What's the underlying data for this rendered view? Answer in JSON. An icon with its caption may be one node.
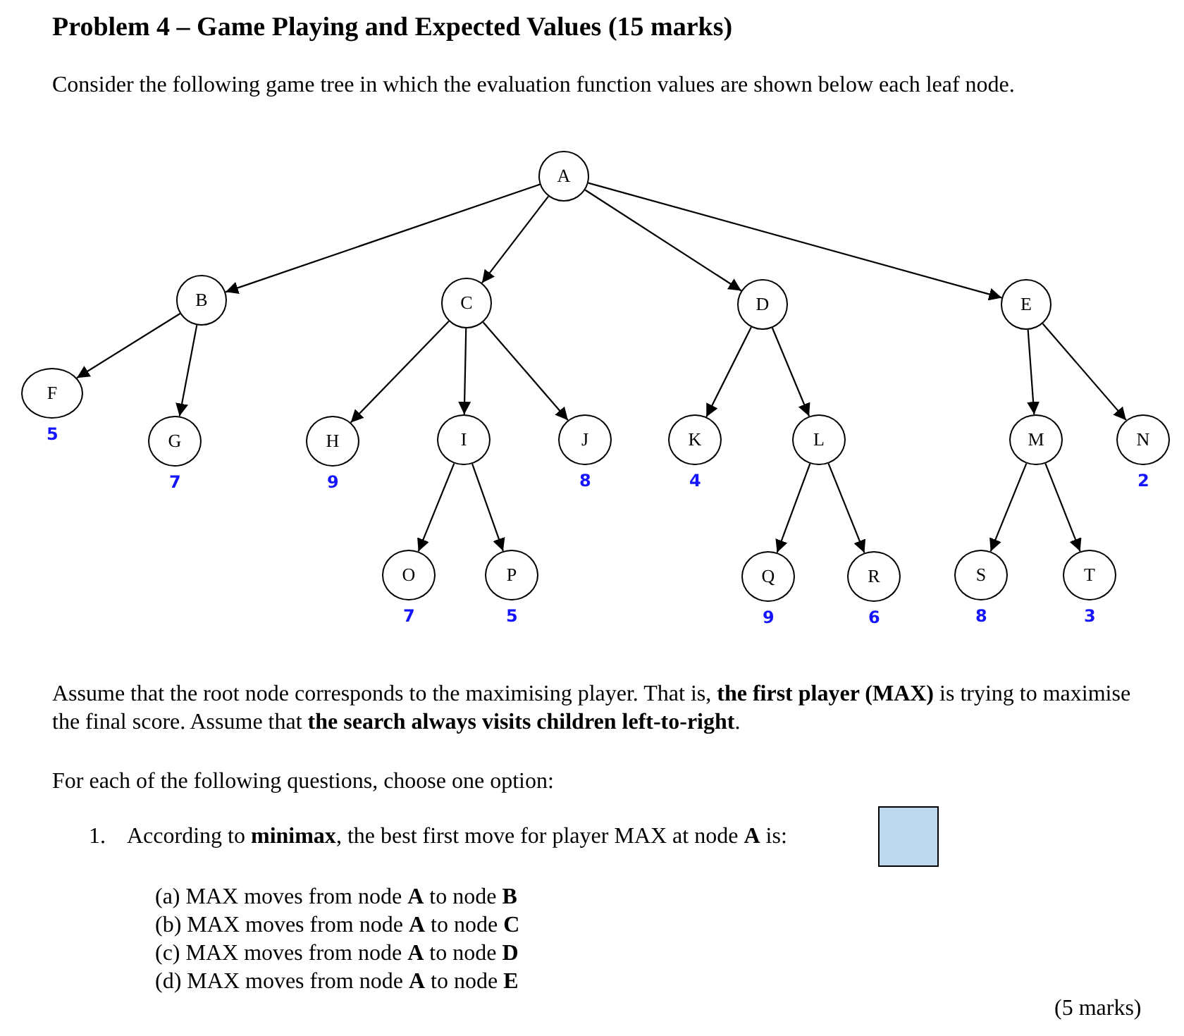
{
  "diagram": {
    "title": "Problem 4 – Game Playing and Expected Values (15 marks)",
    "nodes": [
      {
        "text": [
          "A"
        ]
      },
      {
        "text": [
          "B"
        ]
      },
      {
        "text": [
          "C"
        ]
      },
      {
        "text": [
          "D"
        ]
      },
      {
        "text": [
          "E"
        ]
      },
      {
        "text": [
          "F"
        ],
        "beside": [
          "5"
        ]
      },
      {
        "text": [
          "G"
        ],
        "beside": [
          "7"
        ]
      },
      {
        "text": [
          "H"
        ],
        "beside": [
          "9"
        ]
      },
      {
        "text": [
          "I"
        ]
      },
      {
        "text": [
          "J"
        ],
        "beside": [
          "8"
        ]
      },
      {
        "text": [
          "K"
        ],
        "beside": [
          "4"
        ]
      },
      {
        "text": [
          "L"
        ]
      },
      {
        "text": [
          "M"
        ]
      },
      {
        "text": [
          "N"
        ],
        "beside": [
          "2"
        ]
      },
      {
        "text": [
          "O"
        ],
        "beside": [
          "7"
        ]
      },
      {
        "text": [
          "P"
        ],
        "beside": [
          "5"
        ]
      },
      {
        "text": [
          "Q"
        ],
        "beside": [
          "9"
        ]
      },
      {
        "text": [
          "R"
        ],
        "beside": [
          "6"
        ]
      },
      {
        "text": [
          "S"
        ],
        "beside": [
          "8"
        ]
      },
      {
        "text": [
          "T"
        ],
        "beside": [
          "3"
        ]
      }
    ],
    "edges": [
      {
        "from": 0,
        "to": 1,
        "arrow": "to"
      },
      {
        "from": 0,
        "to": 2,
        "arrow": "to"
      },
      {
        "from": 0,
        "to": 3,
        "arrow": "to"
      },
      {
        "from": 0,
        "to": 4,
        "arrow": "to"
      },
      {
        "from": 1,
        "to": 5,
        "arrow": "to"
      },
      {
        "from": 1,
        "to": 6,
        "arrow": "to"
      },
      {
        "from": 2,
        "to": 7,
        "arrow": "to"
      },
      {
        "from": 2,
        "to": 8,
        "arrow": "to"
      },
      {
        "from": 2,
        "to": 9,
        "arrow": "to"
      },
      {
        "from": 3,
        "to": 10,
        "arrow": "to"
      },
      {
        "from": 3,
        "to": 11,
        "arrow": "to"
      },
      {
        "from": 4,
        "to": 12,
        "arrow": "to"
      },
      {
        "from": 4,
        "to": 13,
        "arrow": "to"
      },
      {
        "from": 8,
        "to": 14,
        "arrow": "to"
      },
      {
        "from": 8,
        "to": 15,
        "arrow": "to"
      },
      {
        "from": 11,
        "to": 16,
        "arrow": "to"
      },
      {
        "from": 11,
        "to": 17,
        "arrow": "to"
      },
      {
        "from": 12,
        "to": 18,
        "arrow": "to"
      },
      {
        "from": 12,
        "to": 19,
        "arrow": "to"
      }
    ],
    "labels": [
      "Consider the following game tree in which the evaluation function values are shown below each leaf node.",
      "Assume that the root node corresponds to the maximising player. That is, **the first player (MAX)** is trying to maximise the final score. Assume that **the search always visits children left-to-right**.",
      "For each of the following questions, choose one option:",
      "1.",
      "According to **minimax**, the best first move for player MAX at node **A** is:",
      "(a) MAX moves from node **A** to node **B**",
      "(b) MAX moves from node **A** to node **C**",
      "(c) MAX moves from node **A** to node **D**",
      "(d) MAX moves from node **A** to node **E**",
      "(5 marks)"
    ]
  }
}
